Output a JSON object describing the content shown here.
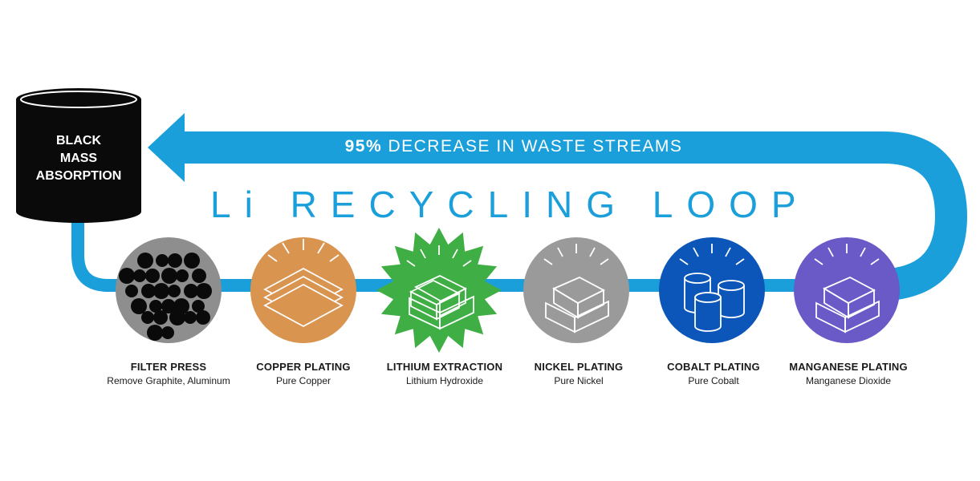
{
  "colors": {
    "loop_blue": "#1a9fdb",
    "drum": "#0a0a0a",
    "filter": "#8e8e8e",
    "copper": "#d9944f",
    "lithium": "#3fae45",
    "nickel": "#9a9a9a",
    "cobalt": "#0b56b8",
    "manganese": "#6a5ac8"
  },
  "arrow": {
    "pct": "95%",
    "text": "DECREASE IN WASTE STREAMS"
  },
  "title": "Li RECYCLING LOOP",
  "drum": {
    "lines": [
      "BLACK",
      "MASS",
      "ABSORPTION"
    ]
  },
  "steps": [
    {
      "title": "FILTER PRESS",
      "subtitle": "Remove Graphite, Aluminum",
      "icon": "graphite-particles-icon"
    },
    {
      "title": "COPPER PLATING",
      "subtitle": "Pure Copper",
      "icon": "copper-sheets-icon"
    },
    {
      "title": "LITHIUM EXTRACTION",
      "subtitle": "Lithium Hydroxide",
      "icon": "lithium-ingots-icon"
    },
    {
      "title": "NICKEL PLATING",
      "subtitle": "Pure Nickel",
      "icon": "nickel-ingots-icon"
    },
    {
      "title": "COBALT PLATING",
      "subtitle": "Pure Cobalt",
      "icon": "cobalt-cylinders-icon"
    },
    {
      "title": "MANGANESE PLATING",
      "subtitle": "Manganese Dioxide",
      "icon": "manganese-ingots-icon"
    }
  ]
}
